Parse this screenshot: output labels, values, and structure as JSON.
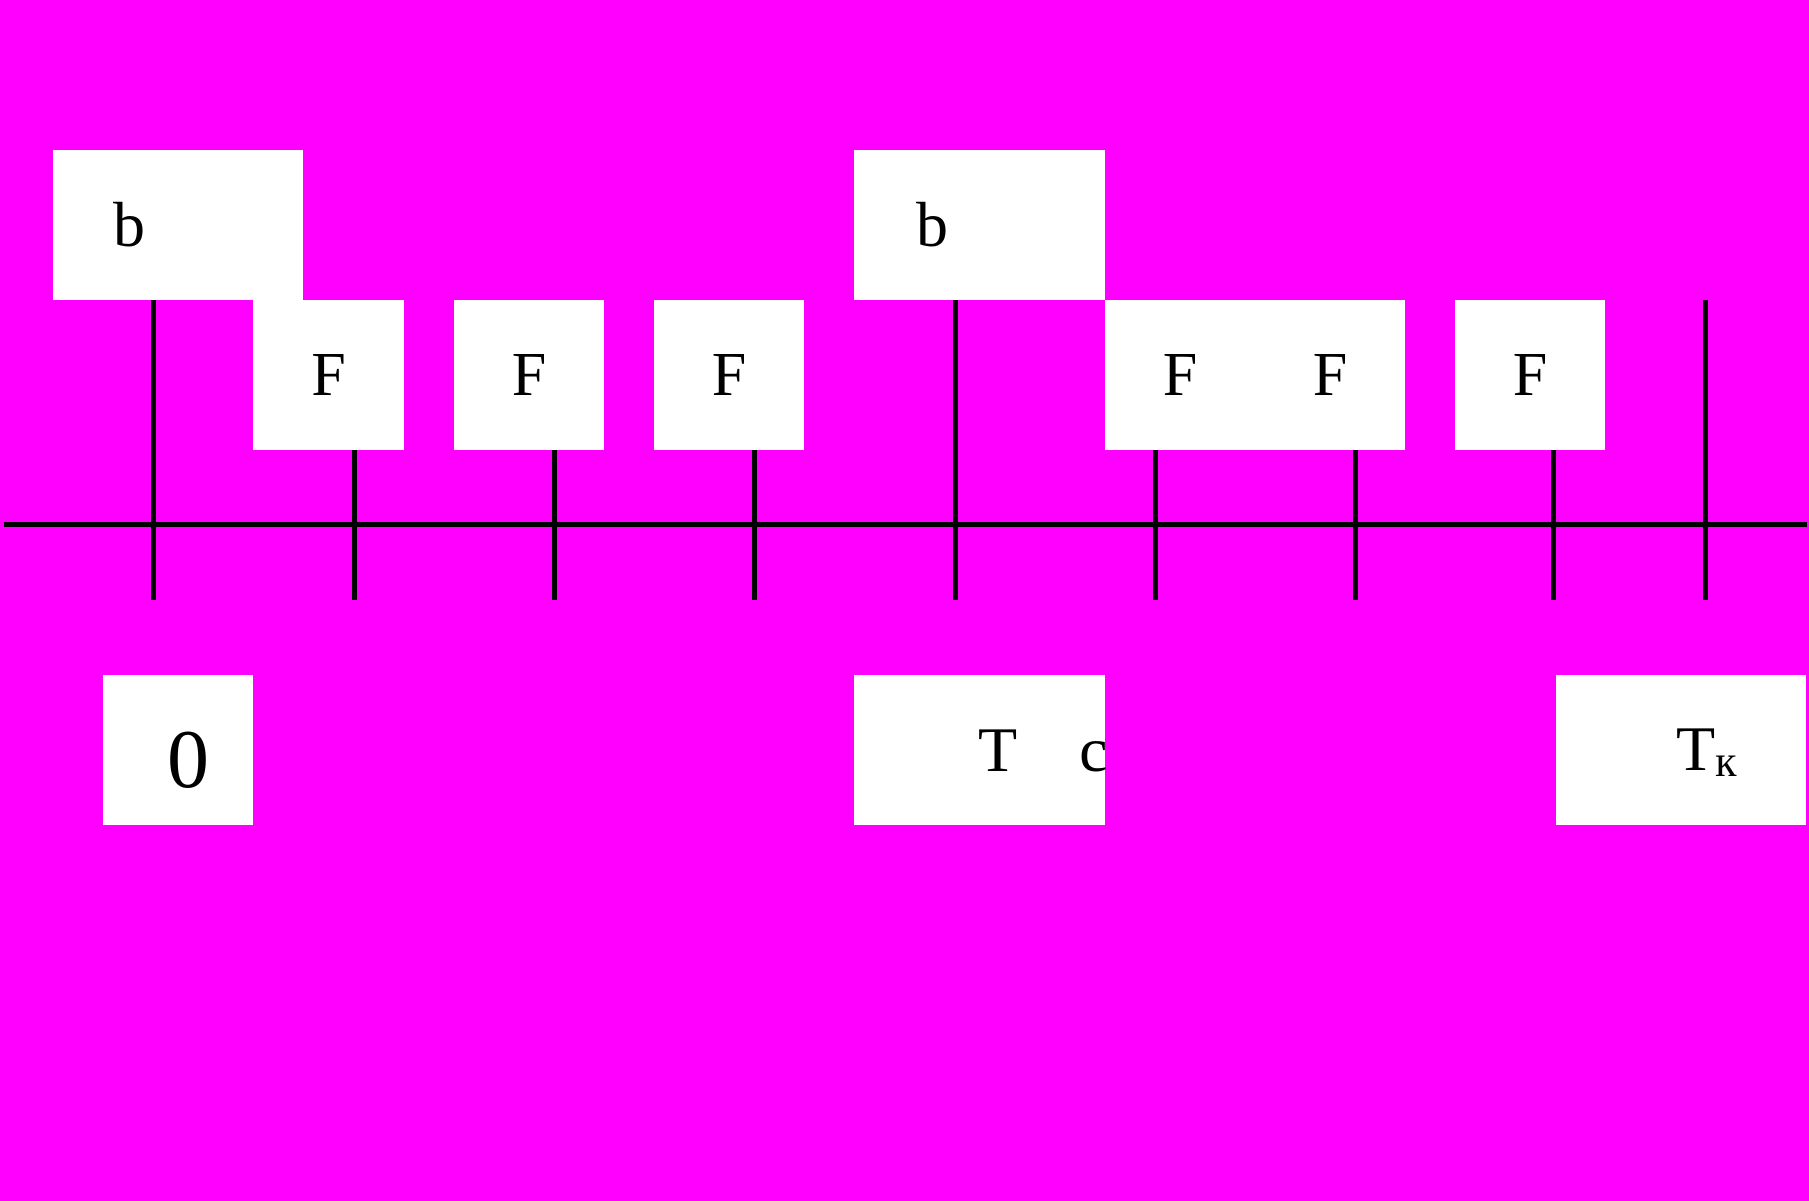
{
  "diagram": {
    "colors": {
      "background": "#ff00ff",
      "box": "#ffffff",
      "line": "#000000"
    },
    "top_labels": [
      "b",
      "b"
    ],
    "f_labels": [
      "F",
      "F",
      "F",
      "F",
      "F",
      "F"
    ],
    "axis_labels": {
      "origin": "0",
      "tc_main": "T",
      "tc_sub": "c",
      "tk_main": "T",
      "tk_sub": "к"
    }
  }
}
